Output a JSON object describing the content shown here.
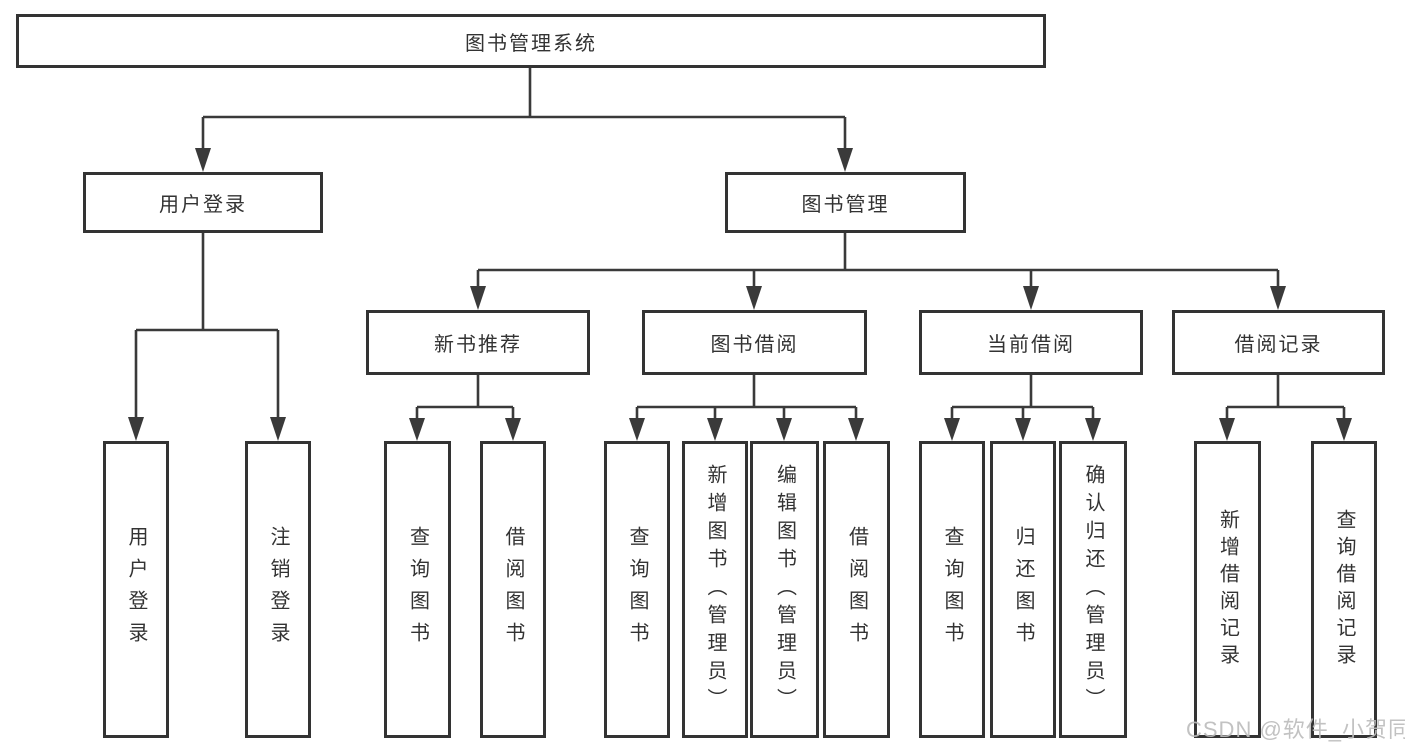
{
  "diagram_type": "hierarchy-tree",
  "colors": {
    "line": "#3a3a3a",
    "box_border": "#333333",
    "text": "#333333",
    "background": "#ffffff",
    "watermark": "#bbbbbb"
  },
  "watermark": {
    "text": "CSDN @软件_小贺同学"
  },
  "tree": {
    "root": {
      "label": "图书管理系统"
    },
    "branches": [
      {
        "label": "用户登录",
        "children": [
          {
            "label": "用户登录"
          },
          {
            "label": "注销登录"
          }
        ]
      },
      {
        "label": "图书管理",
        "children": [
          {
            "label": "新书推荐",
            "children": [
              {
                "label": "查询图书"
              },
              {
                "label": "借阅图书"
              }
            ]
          },
          {
            "label": "图书借阅",
            "children": [
              {
                "label": "查询图书"
              },
              {
                "label": "新增图书（管理员）"
              },
              {
                "label": "编辑图书（管理员）"
              },
              {
                "label": "借阅图书"
              }
            ]
          },
          {
            "label": "当前借阅",
            "children": [
              {
                "label": "查询图书"
              },
              {
                "label": "归还图书"
              },
              {
                "label": "确认归还（管理员）"
              }
            ]
          },
          {
            "label": "借阅记录",
            "children": [
              {
                "label": "新增借阅记录"
              },
              {
                "label": "查询借阅记录"
              }
            ]
          }
        ]
      }
    ]
  }
}
